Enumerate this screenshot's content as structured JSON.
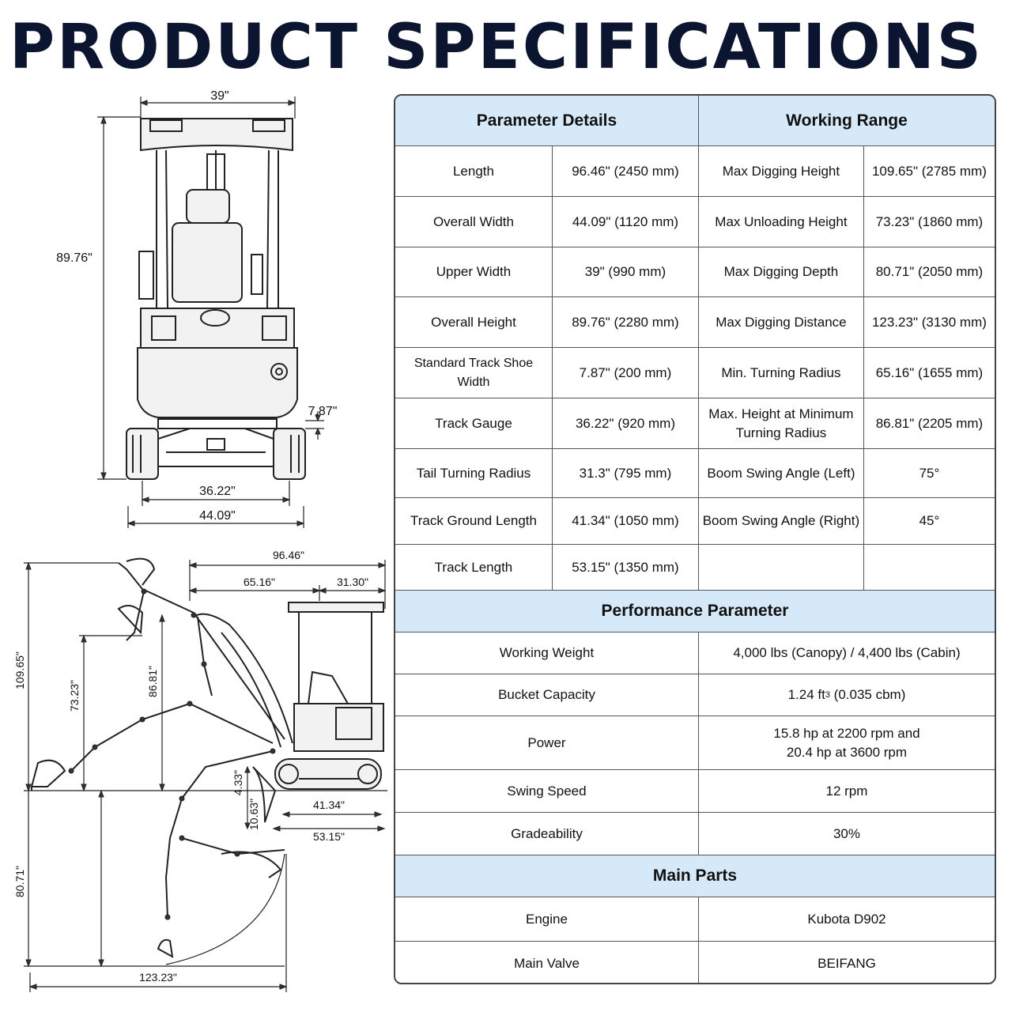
{
  "title": "PRODUCT SPECIFICATIONS",
  "front_view_dims": {
    "upper_width": "39\"",
    "overall_height": "89.76\"",
    "track_shoe": "7.87\"",
    "track_gauge": "36.22\"",
    "overall_width": "44.09\""
  },
  "side_view_dims": {
    "length": "96.46\"",
    "turning_radius": "65.16\"",
    "tail_radius": "31.30\"",
    "max_dig_height": "109.65\"",
    "max_unload_height": "73.23\"",
    "max_height_min_turn": "86.81\"",
    "blade_lift": "4.33\"",
    "blade_depth": "10.63\"",
    "track_ground_length": "41.34\"",
    "track_length": "53.15\"",
    "max_dig_depth": "80.71\"",
    "max_dig_distance": "123.23\""
  },
  "table": {
    "header_left": "Parameter Details",
    "header_right": "Working Range",
    "rows": [
      {
        "p": "Length",
        "pv": "96.46\" (2450 mm)",
        "w": "Max Digging Height",
        "wv": "109.65\" (2785 mm)"
      },
      {
        "p": "Overall Width",
        "pv": "44.09\" (1120 mm)",
        "w": "Max Unloading Height",
        "wv": "73.23\" (1860 mm)"
      },
      {
        "p": "Upper Width",
        "pv": "39\" (990 mm)",
        "w": "Max Digging Depth",
        "wv": "80.71\" (2050 mm)"
      },
      {
        "p": "Overall Height",
        "pv": "89.76\" (2280 mm)",
        "w": "Max Digging Distance",
        "wv": "123.23\" (3130 mm)"
      },
      {
        "p": "Standard Track Shoe Width",
        "pv": "7.87\" (200 mm)",
        "w": "Min. Turning Radius",
        "wv": "65.16\" (1655 mm)"
      },
      {
        "p": "Track Gauge",
        "pv": "36.22\" (920 mm)",
        "w": "Max. Height at Minimum Turning Radius",
        "wv": "86.81\" (2205 mm)"
      },
      {
        "p": "Tail Turning Radius",
        "pv": "31.3\" (795 mm)",
        "w": "Boom Swing Angle (Left)",
        "wv": "75°"
      },
      {
        "p": "Track Ground Length",
        "pv": "41.34\" (1050 mm)",
        "w": "Boom Swing Angle (Right)",
        "wv": "45°"
      },
      {
        "p": "Track Length",
        "pv": "53.15\" (1350 mm)",
        "w": "",
        "wv": ""
      }
    ],
    "performance_header": "Performance Parameter",
    "performance": [
      {
        "k": "Working Weight",
        "v": "4,000 lbs (Canopy) / 4,400 lbs (Cabin)"
      },
      {
        "k": "Bucket Capacity",
        "v_pre": "1.24 ft",
        "v_sup": "3",
        "v_post": " (0.035 cbm)"
      },
      {
        "k": "Power",
        "v1": "15.8 hp at 2200 rpm and",
        "v2": "20.4 hp at 3600 rpm"
      },
      {
        "k": "Swing Speed",
        "v": "12 rpm"
      },
      {
        "k": "Gradeability",
        "v": "30%"
      }
    ],
    "parts_header": "Main Parts",
    "parts": [
      {
        "k": "Engine",
        "v": "Kubota D902"
      },
      {
        "k": "Main Valve",
        "v": "BEIFANG"
      }
    ]
  }
}
